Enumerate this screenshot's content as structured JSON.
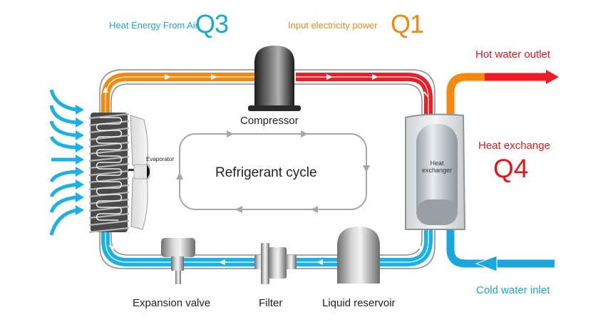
{
  "diagram": {
    "title": "Air source heat pump refrigerant cycle",
    "labels": {
      "heat_from_air": "Heat Energy From Air",
      "q3": "Q3",
      "input_power": "Input electricity power",
      "q1": "Q1",
      "hot_water_outlet": "Hot water outlet",
      "heat_exchange": "Heat exchange",
      "q4": "Q4",
      "cold_water_inlet": "Cold water inlet",
      "compressor": "Compressor",
      "evaporator": "Evaporator",
      "refrigerant_cycle": "Refrigerant cycle",
      "heat_exchanger": "Heat exchanger",
      "expansion_valve": "Expansion valve",
      "filter": "Filter",
      "liquid_reservoir": "Liquid reservoir"
    },
    "colors": {
      "cold": "#1ab2e6",
      "warm": "#f5890f",
      "hot": "#ee1c25",
      "cycle_arrow": "#a6a6a6",
      "pipe_outline": "#8a8a8a",
      "text_dark": "#222222"
    },
    "components": [
      "Evaporator",
      "Compressor",
      "Heat exchanger",
      "Liquid reservoir",
      "Filter",
      "Expansion valve"
    ],
    "flow_direction": "clockwise"
  }
}
